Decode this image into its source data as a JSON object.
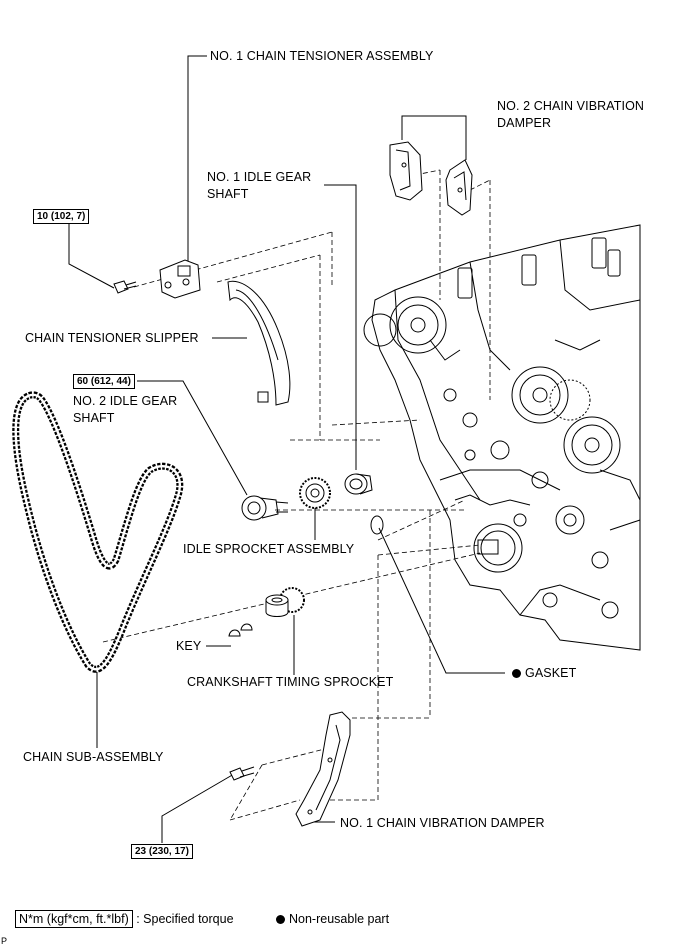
{
  "labels": {
    "tensioner": "NO. 1 CHAIN TENSIONER ASSEMBLY",
    "vib2_line1": "NO. 2 CHAIN VIBRATION",
    "vib2_line2": "DAMPER",
    "idle1_line1": "NO. 1 IDLE GEAR",
    "idle1_line2": "SHAFT",
    "slipper": "CHAIN TENSIONER SLIPPER",
    "idle2_line1": "NO. 2 IDLE GEAR",
    "idle2_line2": "SHAFT",
    "idle_sprocket": "IDLE SPROCKET ASSEMBLY",
    "key": "KEY",
    "crank_sprocket": "CRANKSHAFT TIMING SPROCKET",
    "gasket": "GASKET",
    "chain": "CHAIN SUB-ASSEMBLY",
    "vib1": "NO. 1 CHAIN VIBRATION DAMPER"
  },
  "torques": {
    "t1": "10 (102, 7)",
    "t2": "60 (612, 44)",
    "t3": "23 (230, 17)"
  },
  "legend": {
    "torque_box": "N*m (kgf*cm, ft.*lbf)",
    "torque_text": ": Specified torque",
    "nonreusable_text": "Non-reusable part"
  },
  "corner_mark": "P"
}
